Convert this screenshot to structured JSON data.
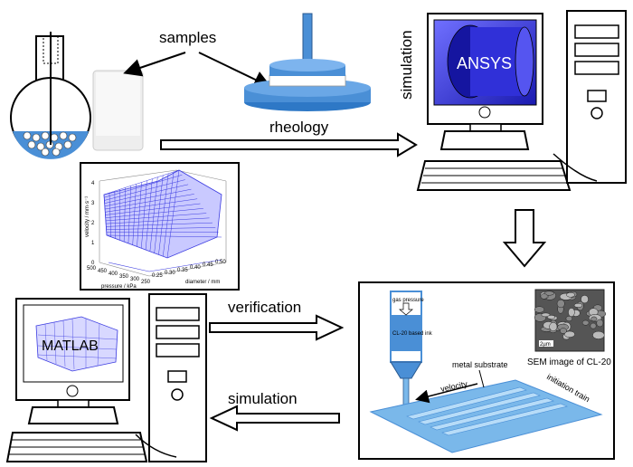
{
  "labels": {
    "samples": "samples",
    "rheology": "rheology",
    "simulation_top": "simulation",
    "ansys": "ANSYS",
    "verification": "verification",
    "simulation_bottom": "simulation",
    "matlab": "MATLAB",
    "gas_pressure": "gas pressure",
    "ink": "CL-20 based ink",
    "metal_substrate": "metal substrate",
    "sem_image": "SEM image of CL-20",
    "sem_scale": "2µm",
    "velocity": "velocity",
    "initiation_train": "initiation train"
  },
  "plot": {
    "zlabel": "velocity / mm·s⁻¹",
    "xlabel": "pressure / kPa",
    "ylabel": "diameter / mm",
    "z_ticks": [
      "0",
      "1",
      "2",
      "3",
      "4"
    ],
    "x_ticks": [
      "500",
      "450",
      "400",
      "350",
      "300",
      "250"
    ],
    "y_ticks": [
      "0.25",
      "0.30",
      "0.35",
      "0.40",
      "0.45",
      "0.50"
    ]
  },
  "colors": {
    "accent_blue": "#4a8fd6",
    "surface_blue": "#3b3be0",
    "substrate_blue": "#7ab8ea",
    "screen_blue": "#2f2fd0"
  }
}
